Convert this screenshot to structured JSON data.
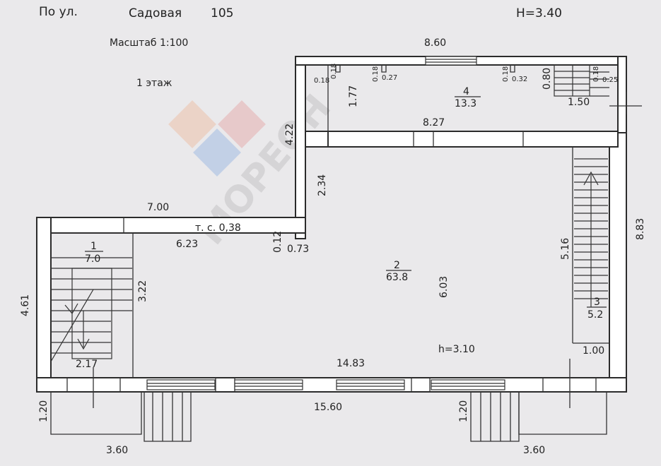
{
  "header": {
    "street_prefix": "По ул.",
    "street": "Садовая",
    "number": "105",
    "height": "H=3.40",
    "scale": "Масштаб 1:100",
    "floor": "1 этаж"
  },
  "watermark": "МОРЕОН",
  "rooms": [
    {
      "id": "1",
      "area": "7.0"
    },
    {
      "id": "2",
      "area": "63.8"
    },
    {
      "id": "3",
      "area": "5.2"
    },
    {
      "id": "4",
      "area": "13.3"
    }
  ],
  "dimensions": {
    "top_width": "8.60",
    "room4_height": "1.77",
    "room4_width": "8.27",
    "left_upper": "4.22",
    "stair_width": "1.50",
    "stair_len": "0.80",
    "d018a": "0.18",
    "d018b": "0.18",
    "d018c": "0.18",
    "d018d": "0.18",
    "d018e": "0.18",
    "d027": "0.27",
    "d032": "0.32",
    "d025": "0.25",
    "d234": "2.34",
    "d700": "7.00",
    "partition": "т. с. 0,38",
    "d623": "6.23",
    "d012": "0.12",
    "d073": "0.73",
    "d516": "5.16",
    "d883": "8.83",
    "d603": "6.03",
    "d322": "3.22",
    "d461": "4.61",
    "d217": "2.17",
    "d1483": "14.83",
    "d1560": "15.60",
    "d100": "1.00",
    "h310": "h=3.10",
    "d120a": "1.20",
    "d120b": "1.20",
    "d360a": "3.60",
    "d360b": "3.60"
  },
  "colors": {
    "background": "#eae9eb",
    "wall": "#ffffff",
    "line": "#2b2b2b"
  }
}
